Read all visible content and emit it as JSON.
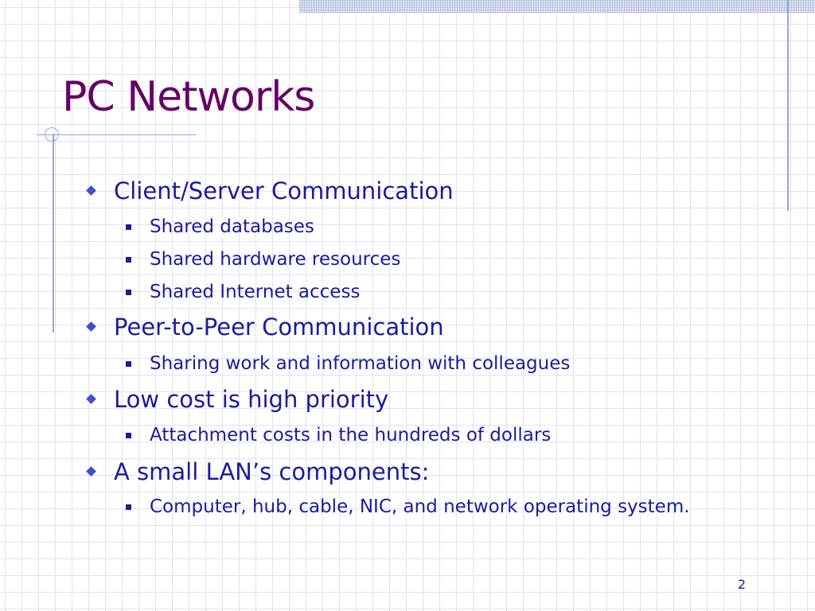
{
  "slide": {
    "title": "PC Networks",
    "page_number": "2",
    "colors": {
      "title": "#660066",
      "text": "#1b1b9c",
      "bullet_diamond": "#3d4fd0",
      "rules": "#9aa7d6",
      "grid": "#dfe3f1"
    }
  },
  "bullets": [
    {
      "text": "Client/Server Communication",
      "sub": [
        "Shared databases",
        "Shared hardware resources",
        "Shared Internet access"
      ]
    },
    {
      "text": "Peer-to-Peer Communication",
      "sub": [
        "Sharing work and information with colleagues"
      ]
    },
    {
      "text": "Low cost is high priority",
      "sub": [
        "Attachment costs in the hundreds of dollars"
      ]
    },
    {
      "text": "A small LAN’s components:",
      "sub": [
        "Computer, hub, cable, NIC, and network operating system."
      ]
    }
  ]
}
